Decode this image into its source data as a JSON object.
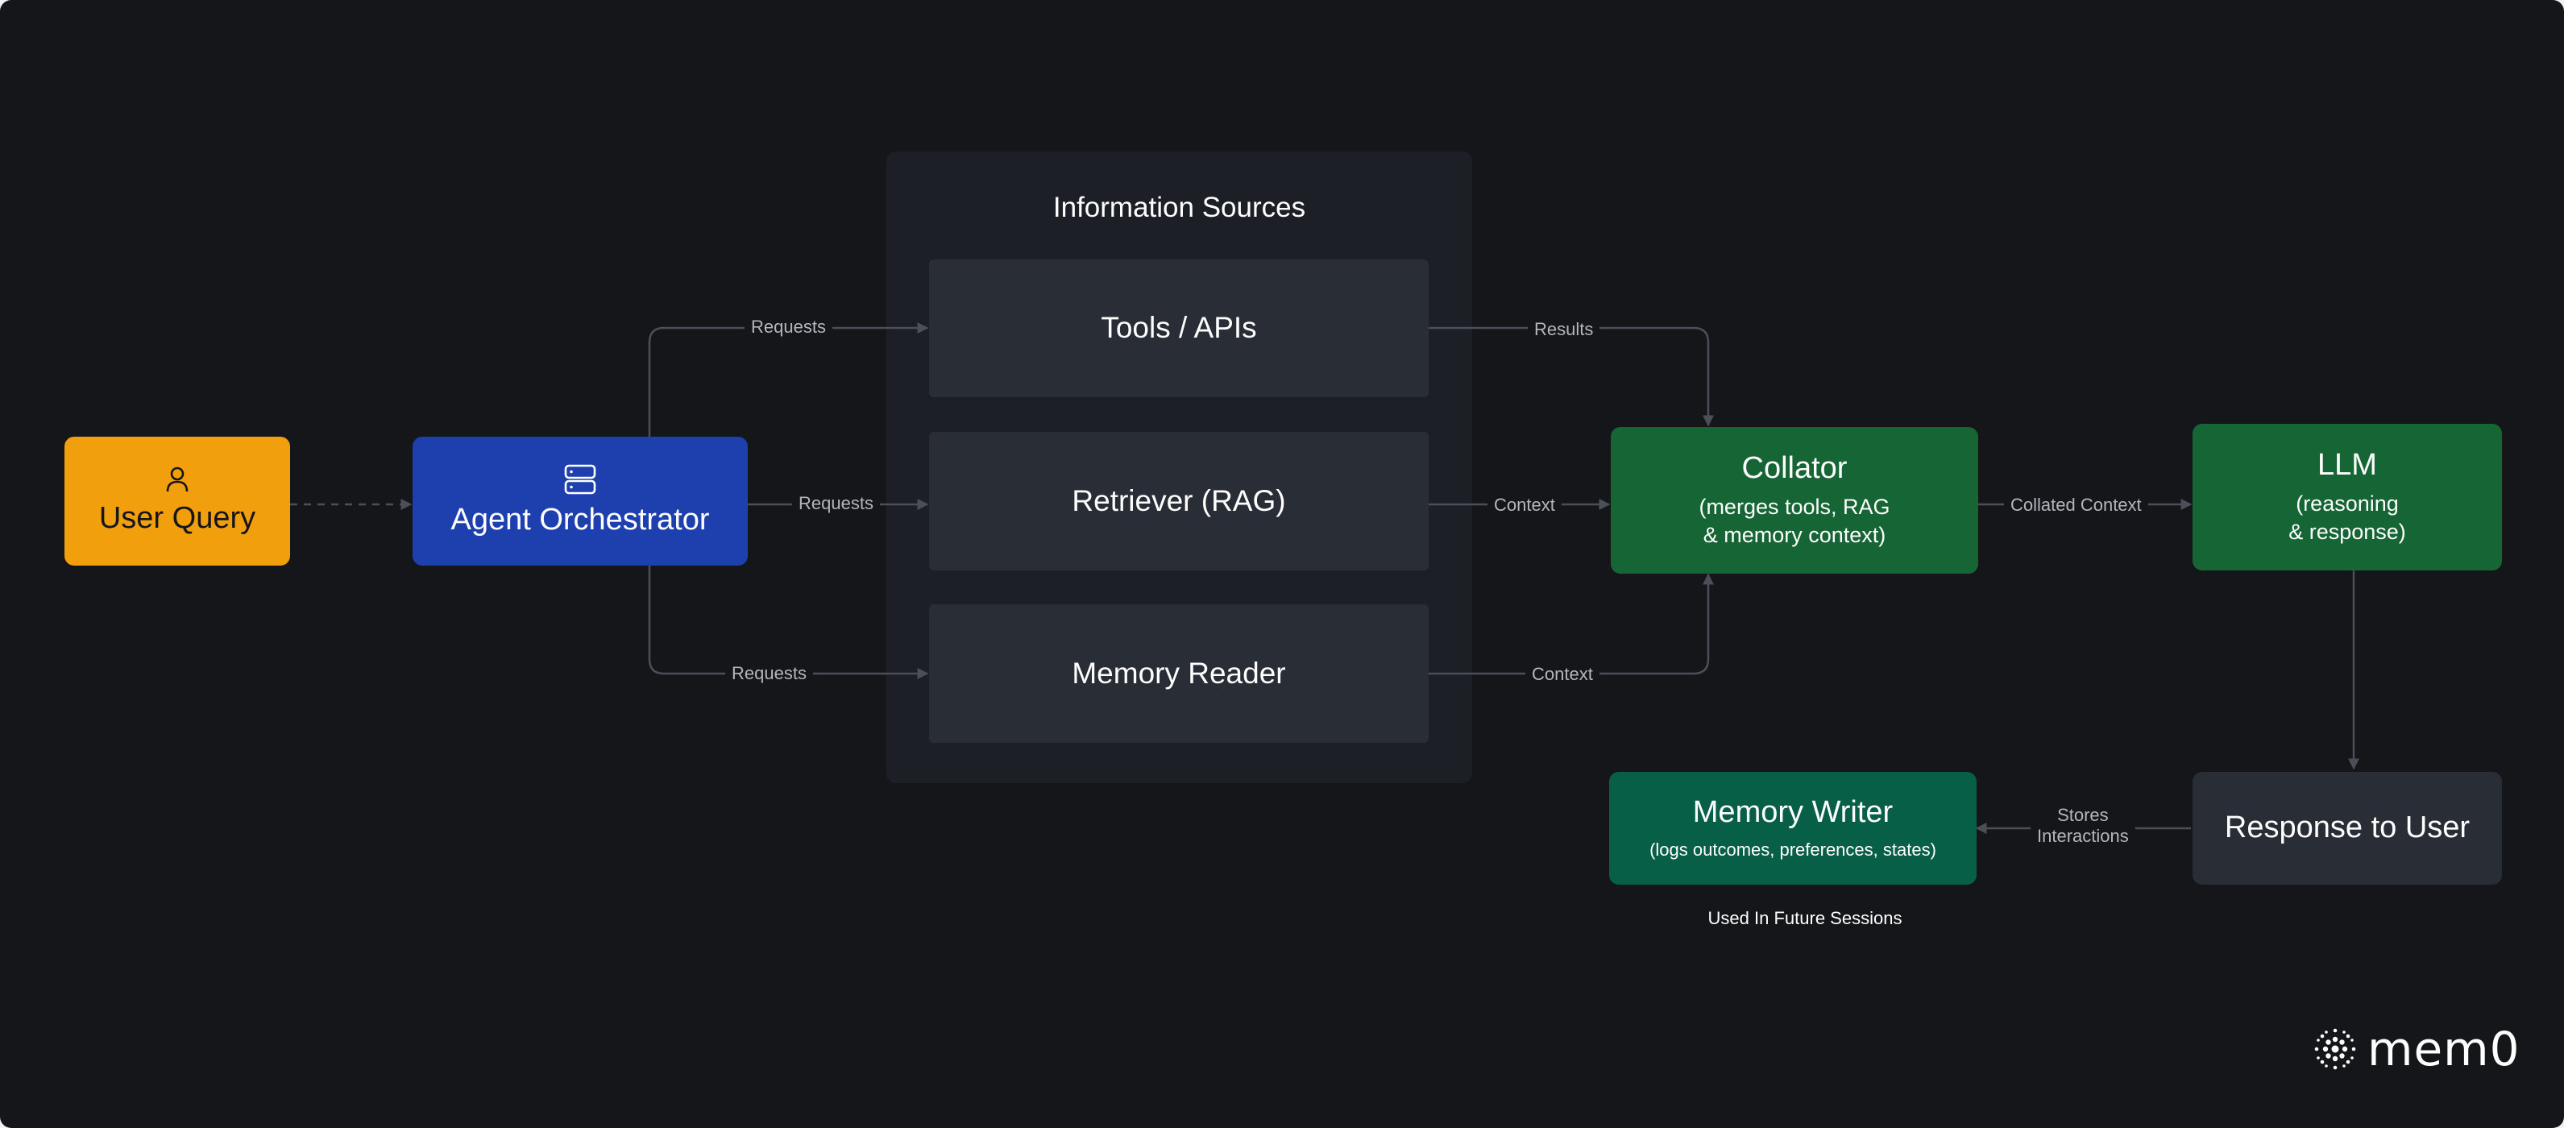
{
  "nodes": {
    "user_query": {
      "title": "User Query",
      "icon": "user-icon",
      "color": "#f29f0d"
    },
    "orchestrator": {
      "title": "Agent Orchestrator",
      "icon": "server-icon",
      "color": "#1e40af"
    },
    "tools": {
      "title": "Tools / APIs"
    },
    "retriever": {
      "title": "Retriever (RAG)"
    },
    "memory_reader": {
      "title": "Memory Reader"
    },
    "collator": {
      "title": "Collator",
      "sub_1": "(merges tools, RAG",
      "sub_2": "& memory context)",
      "color": "#166534"
    },
    "llm": {
      "title": "LLM",
      "sub_1": "(reasoning",
      "sub_2": "& response)",
      "color": "#166534"
    },
    "response": {
      "title": "Response to User",
      "color": "#292d36"
    },
    "memory_writer": {
      "title": "Memory Writer",
      "sub": "(logs outcomes, preferences, states)",
      "color": "#065f46"
    }
  },
  "group": {
    "title": "Information Sources"
  },
  "edge_labels": {
    "requests_top": "Requests",
    "requests_mid": "Requests",
    "requests_bottom": "Requests",
    "results": "Results",
    "context_mid": "Context",
    "context_bottom": "Context",
    "collated_context": "Collated Context",
    "stores_1": "Stores",
    "stores_2": "Interactions"
  },
  "footnote": "Used In Future Sessions",
  "logo": {
    "text": "mem0",
    "icon": "mem0-logo-icon"
  },
  "colors": {
    "background": "#15161a",
    "edge": "#4b4f58"
  }
}
